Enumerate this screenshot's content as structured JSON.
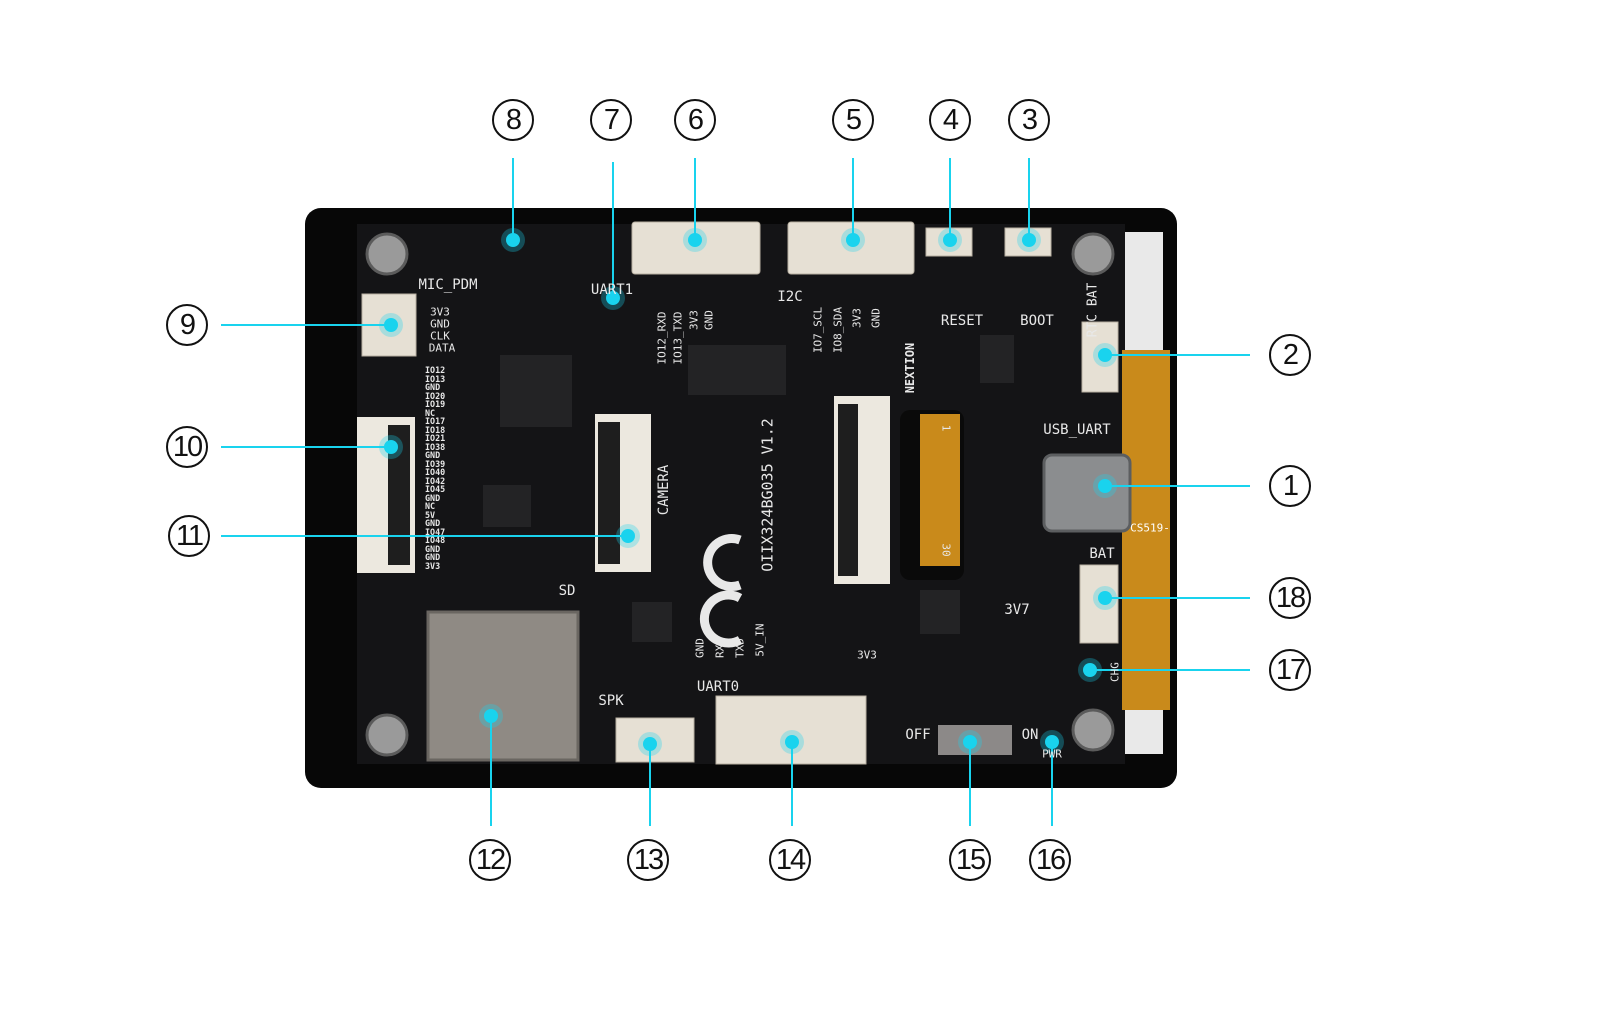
{
  "callouts": [
    "1",
    "2",
    "3",
    "4",
    "5",
    "6",
    "7",
    "8",
    "9",
    "10",
    "11",
    "12",
    "13",
    "14",
    "15",
    "16",
    "17",
    "18"
  ],
  "silkscreen": {
    "mic": "MIC_PDM",
    "mic_pins": [
      "3V3",
      "GND",
      "CLK",
      "DATA"
    ],
    "uart1": "UART1",
    "uart1_pins": [
      "IO12_RXD",
      "IO13_TXD",
      "3V3",
      "GND"
    ],
    "i2c": "I2C",
    "i2c_pins": [
      "IO7_SCL",
      "IO8_SDA",
      "3V3",
      "GND"
    ],
    "reset": "RESET",
    "boot": "BOOT",
    "rtc_bat": "RTC BAT",
    "brand": "NEXTION",
    "usb_uart": "USB_UART",
    "camera": "CAMERA",
    "model": "OIIX324BG035 V1.2",
    "fpc_pin1": "1",
    "fpc_pin30": "30",
    "ce": "CE",
    "sd": "SD",
    "spk": "SPK",
    "uart0": "UART0",
    "uart0_pins": [
      "GND",
      "RXD",
      "TXD",
      "5V_IN"
    ],
    "v33": "3V3",
    "bat": "BAT",
    "v37": "3V7",
    "off": "OFF",
    "on": "ON",
    "pwr": "PWR",
    "chg": "CHG",
    "fpc_label": "CS519-",
    "expansion_pins": [
      "IO12",
      "IO13",
      "GND",
      "IO20",
      "IO19",
      "NC",
      "IO17",
      "IO18",
      "IO21",
      "IO38",
      "GND",
      "IO39",
      "IO40",
      "IO42",
      "IO45",
      "GND",
      "NC",
      "5V",
      "GND",
      "IO47",
      "IO48",
      "GND",
      "GND",
      "3V3"
    ]
  },
  "colors": {
    "accent": "#19d3ee",
    "board": "#0d0d0e",
    "silk": "#e8e8e8"
  }
}
